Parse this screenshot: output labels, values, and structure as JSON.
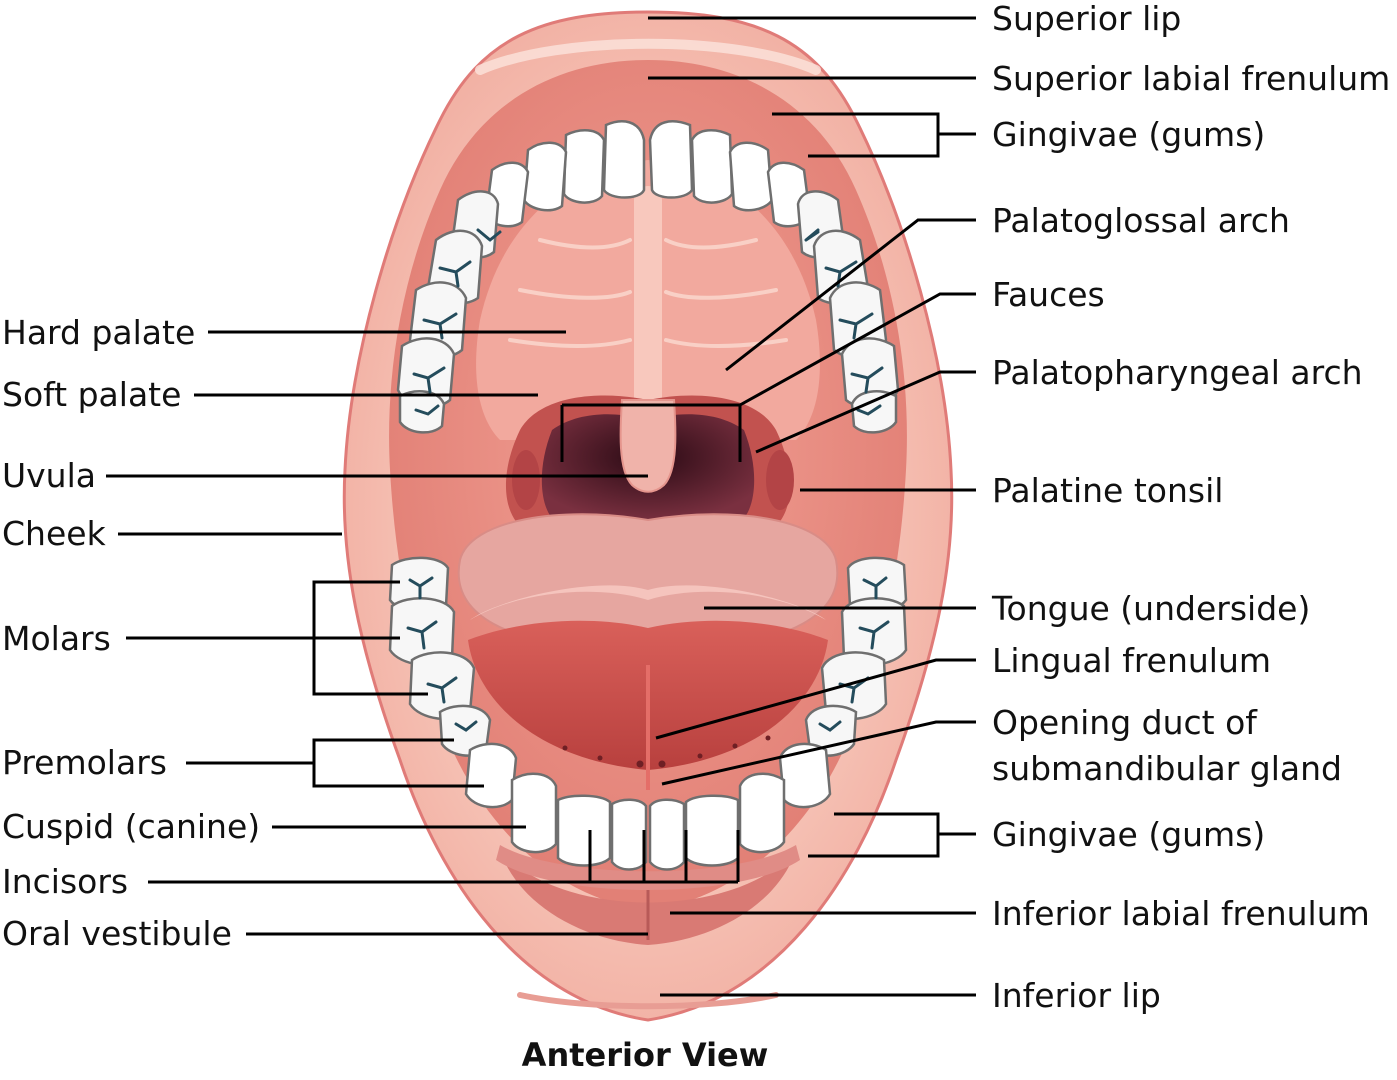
{
  "caption": "Anterior View",
  "colors": {
    "lip": "#f2b3a6",
    "lip_outline": "#e07b78",
    "inner_mouth": "#e8908a",
    "palate": "#f0a79c",
    "throat": "#5a1e2a",
    "tongue": "#e7a8a2",
    "tongue_underside": "#c9504e",
    "tooth": "#ffffff",
    "tooth_fissure": "#244c5c"
  },
  "labels": {
    "left": {
      "hard_palate": "Hard palate",
      "soft_palate": "Soft palate",
      "uvula": "Uvula",
      "cheek": "Cheek",
      "molars": "Molars",
      "premolars": "Premolars",
      "cuspid": "Cuspid (canine)",
      "incisors": "Incisors",
      "oral_vestibule": "Oral vestibule"
    },
    "right": {
      "superior_lip": "Superior lip",
      "superior_labial_frenulum": "Superior labial frenulum",
      "gingivae_upper": "Gingivae (gums)",
      "palatoglossal_arch": "Palatoglossal arch",
      "fauces": "Fauces",
      "palatopharyngeal_arch": "Palatopharyngeal arch",
      "palatine_tonsil": "Palatine tonsil",
      "tongue_underside": "Tongue (underside)",
      "lingual_frenulum": "Lingual frenulum",
      "opening_duct_line1": "Opening duct of",
      "opening_duct_line2": "submandibular gland",
      "gingivae_lower": "Gingivae (gums)",
      "inferior_labial_frenulum": "Inferior labial frenulum",
      "inferior_lip": "Inferior lip"
    }
  }
}
